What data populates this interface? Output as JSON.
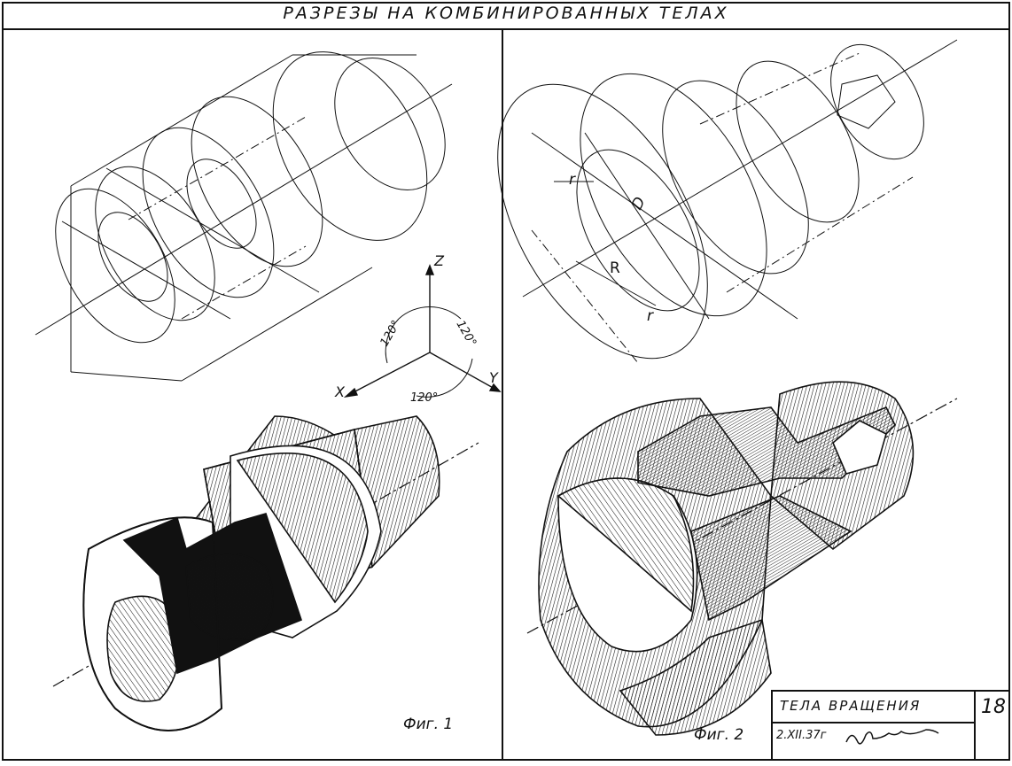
{
  "sheet_title": "РАЗРЕЗЫ НА КОМБИНИРОВАННЫХ ТЕЛАХ",
  "figures": [
    {
      "label": "Фиг. 1"
    },
    {
      "label": "Фиг. 2"
    }
  ],
  "axes": {
    "z": "Z",
    "x": "X",
    "y": "Y",
    "angles": [
      "120°",
      "120°",
      "120°"
    ]
  },
  "dimensions": {
    "radius_small": "r",
    "radius_small_2": "r",
    "radius_large": "R",
    "diameter": "D"
  },
  "title_block": {
    "name": "ТЕЛА ВРАЩЕНИЯ",
    "sheet_number": "18",
    "date": "2.XII.37г"
  },
  "colors": {
    "ink": "#111111",
    "paper": "#ffffff"
  }
}
